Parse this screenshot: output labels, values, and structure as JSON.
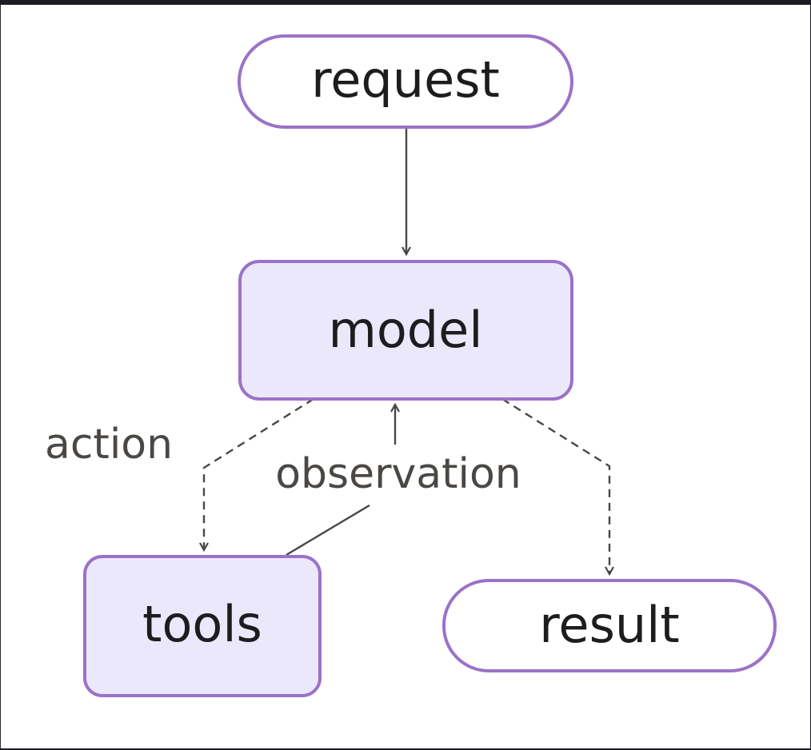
{
  "diagram": {
    "nodes": {
      "request": "request",
      "model": "model",
      "tools": "tools",
      "result": "result"
    },
    "edge_labels": {
      "action": "action",
      "observation": "observation"
    },
    "colors": {
      "node_border": "#9b72c8",
      "box_fill": "#ebe8fb",
      "pill_fill": "#ffffff",
      "edge": "#4a4744"
    }
  }
}
